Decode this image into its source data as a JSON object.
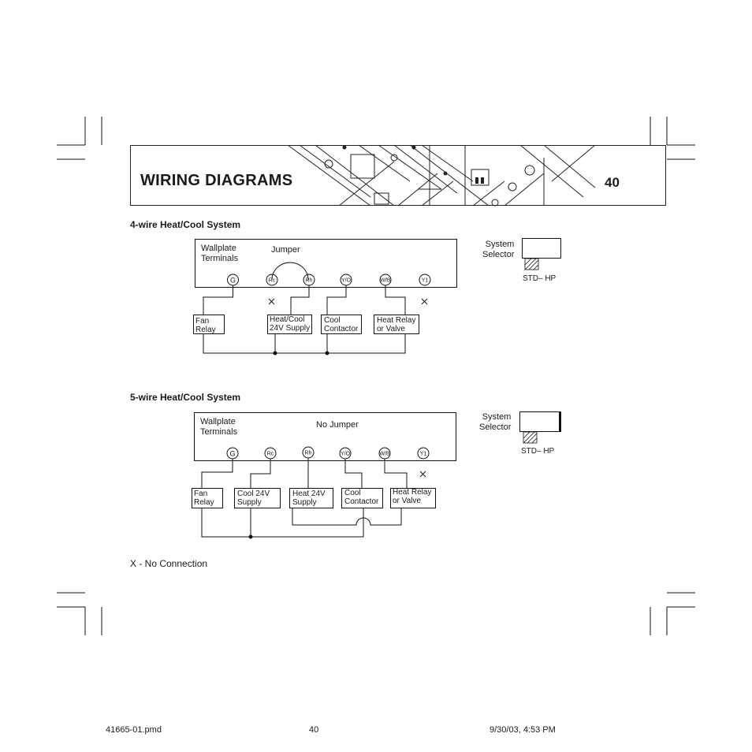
{
  "header": {
    "title": "WIRING DIAGRAMS",
    "page_number": "40"
  },
  "diagram_4wire": {
    "section_title": "4-wire Heat/Cool System",
    "wallplate_label_1": "Wallplate",
    "wallplate_label_2": "Terminals",
    "jumper_label": "Jumper",
    "terminals": [
      "G",
      "Rc",
      "Rh",
      "Y/O",
      "W/B",
      "Y1"
    ],
    "devices": [
      {
        "line1": "Fan",
        "line2": "Relay"
      },
      {
        "line1": "Heat/Cool",
        "line2": "24V Supply"
      },
      {
        "line1": "Cool",
        "line2": "Contactor"
      },
      {
        "line1": "Heat Relay",
        "line2": "or Valve"
      }
    ],
    "selector": {
      "line1": "System",
      "line2": "Selector",
      "label": "STD– HP"
    }
  },
  "diagram_5wire": {
    "section_title": "5-wire Heat/Cool System",
    "wallplate_label_1": "Wallplate",
    "wallplate_label_2": "Terminals",
    "jumper_label": "No Jumper",
    "terminals": [
      "G",
      "Rc",
      "Rh",
      "Y/O",
      "W/B",
      "Y1"
    ],
    "devices": [
      {
        "line1": "Fan",
        "line2": "Relay"
      },
      {
        "line1": "Cool 24V",
        "line2": "Supply"
      },
      {
        "line1": "Heat 24V",
        "line2": "Supply"
      },
      {
        "line1": "Cool",
        "line2": "Contactor"
      },
      {
        "line1": "Heat Relay",
        "line2": "or Valve"
      }
    ],
    "selector": {
      "line1": "System",
      "line2": "Selector",
      "label": "STD– HP"
    }
  },
  "legend": {
    "no_connection": "X - No Connection"
  },
  "footer": {
    "file_name": "41665-01.pmd",
    "page": "40",
    "timestamp": "9/30/03, 4:53 PM"
  }
}
